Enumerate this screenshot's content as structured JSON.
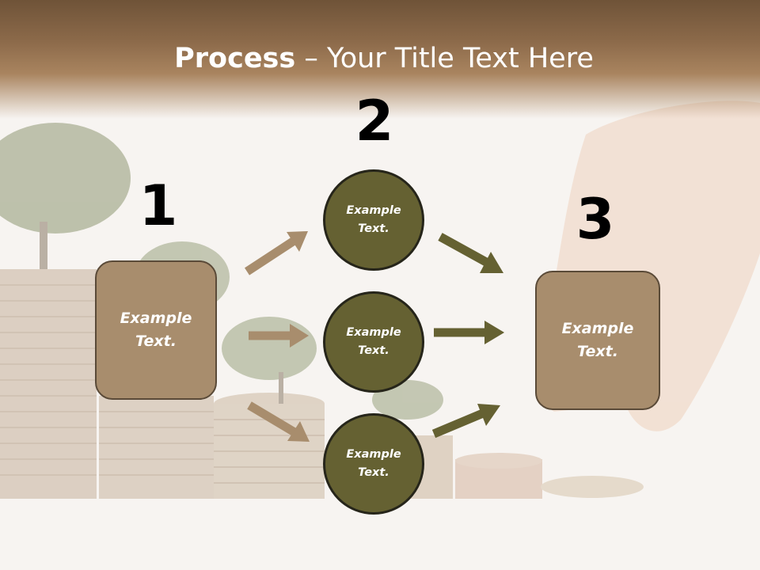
{
  "title": {
    "bold": "Process",
    "rest": " – Your Title Text Here"
  },
  "steps": [
    {
      "number": "1",
      "text": "Example Text."
    },
    {
      "number": "2"
    },
    {
      "number": "3",
      "text": "Example Text."
    }
  ],
  "circles": [
    {
      "text": "Example Text."
    },
    {
      "text": "Example Text."
    },
    {
      "text": "Example Text."
    }
  ],
  "colors": {
    "header": "#8c6a4a",
    "box_fill": "#a88d6d",
    "circle_fill": "#656132",
    "arrow_brown": "#a88d6d",
    "arrow_olive": "#656132"
  }
}
